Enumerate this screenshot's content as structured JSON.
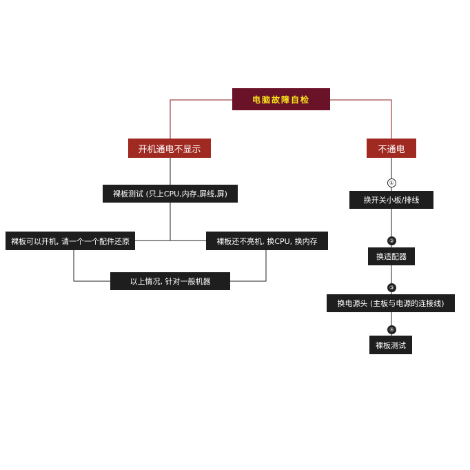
{
  "root": "电脑故障自检",
  "left_branch": {
    "title": "开机通电不显示",
    "step_test": "裸板测试 (只上CPU,内存,屏线,屏)",
    "result_ok": "裸板可以开机, 请一个一个配件还原",
    "result_fail": "裸板还不亮机, 换CPU, 换内存",
    "summary": "以上情况, 针对一般机器"
  },
  "right_branch": {
    "title": "不通电",
    "steps": [
      {
        "num": "①",
        "label": "换开关小板/排线"
      },
      {
        "num": "②",
        "label": "换适配器"
      },
      {
        "num": "③",
        "label": "换电源头 (主板与电源的连接线)"
      },
      {
        "num": "④",
        "label": "裸板测试"
      }
    ]
  }
}
